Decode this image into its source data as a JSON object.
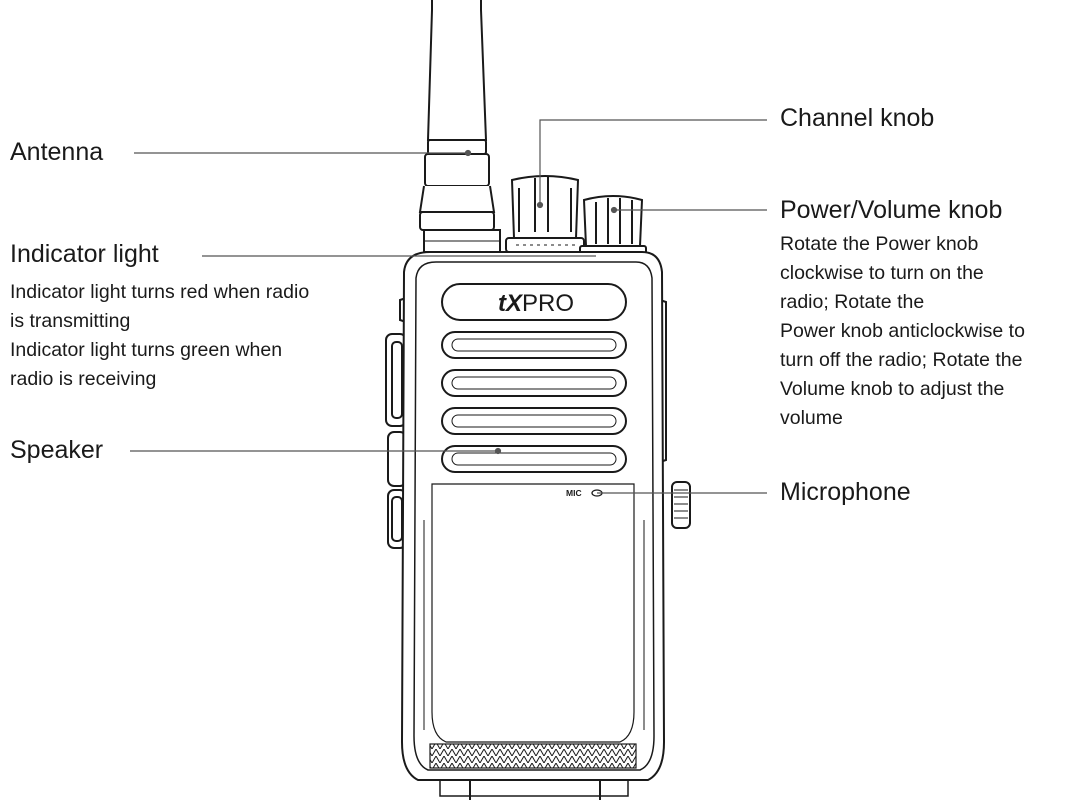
{
  "brand": {
    "logo_bold": "tX",
    "logo_light": "PRO",
    "mic_text": "MIC"
  },
  "callouts": {
    "antenna": {
      "label": "Antenna"
    },
    "indicator": {
      "label": "Indicator light",
      "lines": [
        "Indicator light turns red when radio",
        "is transmitting",
        "Indicator light turns green when",
        "radio is receiving"
      ]
    },
    "speaker": {
      "label": "Speaker"
    },
    "channel": {
      "label": "Channel knob"
    },
    "power": {
      "label": "Power/Volume knob",
      "lines": [
        "Rotate the Power knob",
        "clockwise to turn on the",
        "radio; Rotate the",
        "Power knob anticlockwise to",
        "turn off the radio; Rotate the",
        "Volume knob to adjust the",
        "volume"
      ]
    },
    "microphone": {
      "label": "Microphone"
    }
  },
  "colors": {
    "line": "#1a1a1a",
    "leader": "#555555",
    "text": "#1a1a1a"
  }
}
